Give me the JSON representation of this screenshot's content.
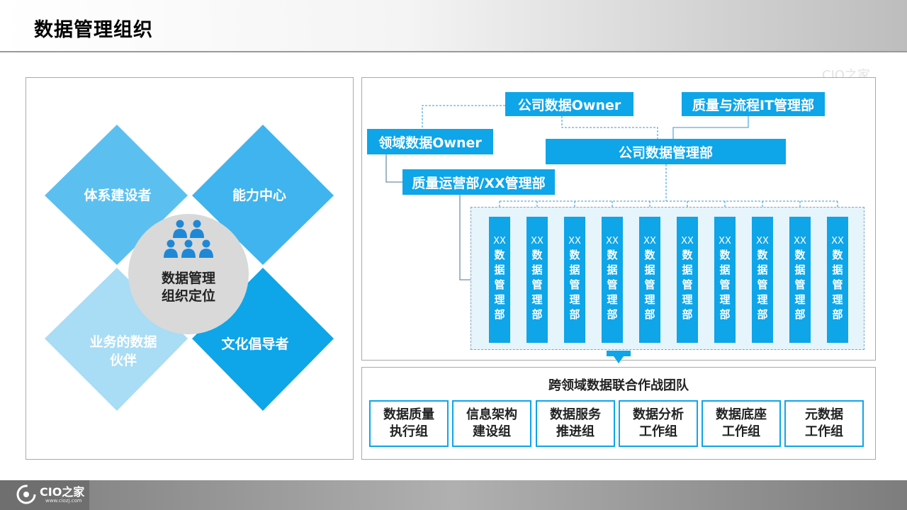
{
  "page": {
    "title": "数据管理组织"
  },
  "quadrants": {
    "top_left": "体系建设者",
    "top_right": "能力中心",
    "bottom_left_line1": "业务的数据",
    "bottom_left_line2": "伙伴",
    "bottom_right": "文化倡导者",
    "center_line1": "数据管理",
    "center_line2": "组织定位"
  },
  "org": {
    "company_data_owner": "公司数据Owner",
    "quality_it_dept": "质量与流程IT管理部",
    "domain_data_owner": "领域数据Owner",
    "company_data_dept": "公司数据管理部",
    "quality_ops_dept": "质量运营部/XX管理部",
    "departments": [
      {
        "prefix": "XX",
        "name": "数据管理部"
      },
      {
        "prefix": "XX",
        "name": "数据管理部"
      },
      {
        "prefix": "XX",
        "name": "数据管理部"
      },
      {
        "prefix": "XX",
        "name": "数据管理部"
      },
      {
        "prefix": "XX",
        "name": "数据管理部"
      },
      {
        "prefix": "XX",
        "name": "数据管理部"
      },
      {
        "prefix": "XX",
        "name": "数据管理部"
      },
      {
        "prefix": "XX",
        "name": "数据管理部"
      },
      {
        "prefix": "XX",
        "name": "数据管理部"
      },
      {
        "prefix": "XX",
        "name": "数据管理部"
      }
    ]
  },
  "team": {
    "title": "跨领域数据联合作战团队",
    "groups": [
      {
        "line1": "数据质量",
        "line2": "执行组"
      },
      {
        "line1": "信息架构",
        "line2": "建设组"
      },
      {
        "line1": "数据服务",
        "line2": "推进组"
      },
      {
        "line1": "数据分析",
        "line2": "工作组"
      },
      {
        "line1": "数据底座",
        "line2": "工作组"
      },
      {
        "line1": "元数据",
        "line2": "工作组"
      }
    ]
  },
  "branding": {
    "logo": "CIO之家",
    "url": "www.ciozj.com",
    "watermark": "CIO之家"
  },
  "colors": {
    "accent": "#0ea5e9",
    "light_accent": "#5bc0f0",
    "pale": "#a9dcf5"
  }
}
